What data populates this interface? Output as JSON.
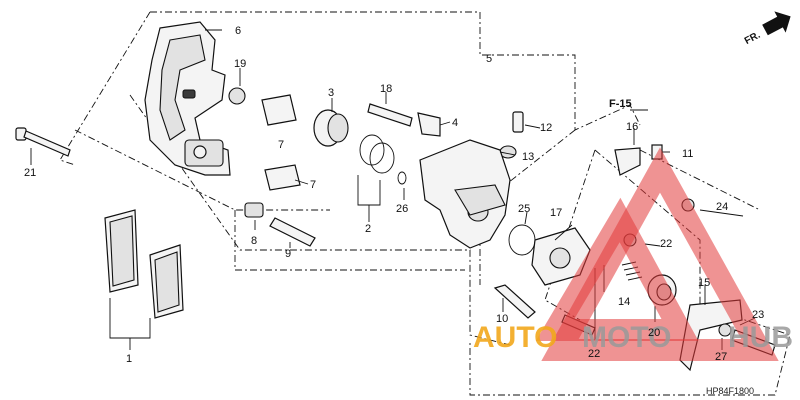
{
  "diagram": {
    "orientation_label": "FR.",
    "ref_label": "F-15",
    "drawing_code": "HP84F1800",
    "parts": [
      {
        "number": "1"
      },
      {
        "number": "2"
      },
      {
        "number": "3"
      },
      {
        "number": "4"
      },
      {
        "number": "5"
      },
      {
        "number": "6"
      },
      {
        "number": "7"
      },
      {
        "number": "7"
      },
      {
        "number": "8"
      },
      {
        "number": "9"
      },
      {
        "number": "10"
      },
      {
        "number": "11"
      },
      {
        "number": "12"
      },
      {
        "number": "13"
      },
      {
        "number": "14"
      },
      {
        "number": "15"
      },
      {
        "number": "16"
      },
      {
        "number": "17"
      },
      {
        "number": "18"
      },
      {
        "number": "19"
      },
      {
        "number": "20"
      },
      {
        "number": "21"
      },
      {
        "number": "22"
      },
      {
        "number": "22"
      },
      {
        "number": "23"
      },
      {
        "number": "24"
      },
      {
        "number": "25"
      },
      {
        "number": "26"
      },
      {
        "number": "27"
      }
    ]
  },
  "watermark": {
    "brand_part1": "AUTO",
    "brand_part2": "MOTO",
    "brand_part3": "HUB",
    "colors": {
      "triangle": "#e23b3b",
      "auto": "#f2a81c",
      "moto": "#9a9a9a"
    }
  }
}
